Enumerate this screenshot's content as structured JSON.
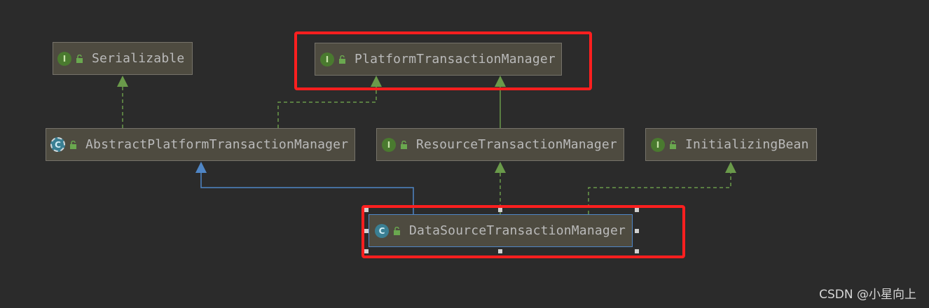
{
  "nodes": {
    "serializable": {
      "kind": "interface",
      "badge": "I",
      "name": "Serializable"
    },
    "platform_tm": {
      "kind": "interface",
      "badge": "I",
      "name": "PlatformTransactionManager"
    },
    "abstract_platform_tm": {
      "kind": "abstract-class",
      "badge": "C",
      "name": "AbstractPlatformTransactionManager"
    },
    "resource_tm": {
      "kind": "interface",
      "badge": "I",
      "name": "ResourceTransactionManager"
    },
    "initializing_bean": {
      "kind": "interface",
      "badge": "I",
      "name": "InitializingBean"
    },
    "datasource_tm": {
      "kind": "class",
      "badge": "C",
      "name": "DataSourceTransactionManager",
      "selected": true
    }
  },
  "highlighted_nodes": [
    "PlatformTransactionManager",
    "DataSourceTransactionManager"
  ],
  "relations": [
    {
      "from": "AbstractPlatformTransactionManager",
      "to": "Serializable",
      "type": "implements"
    },
    {
      "from": "AbstractPlatformTransactionManager",
      "to": "PlatformTransactionManager",
      "type": "implements"
    },
    {
      "from": "ResourceTransactionManager",
      "to": "PlatformTransactionManager",
      "type": "extends"
    },
    {
      "from": "DataSourceTransactionManager",
      "to": "AbstractPlatformTransactionManager",
      "type": "extends"
    },
    {
      "from": "DataSourceTransactionManager",
      "to": "ResourceTransactionManager",
      "type": "implements"
    },
    {
      "from": "DataSourceTransactionManager",
      "to": "InitializingBean",
      "type": "implements"
    }
  ],
  "colors": {
    "background": "#2b2b2b",
    "node_fill": "#4e4b40",
    "implements_edge": "#6a9a4a",
    "extends_class_edge": "#4f86c6",
    "highlight": "#ff1f1f"
  },
  "watermark": "CSDN @小星向上"
}
